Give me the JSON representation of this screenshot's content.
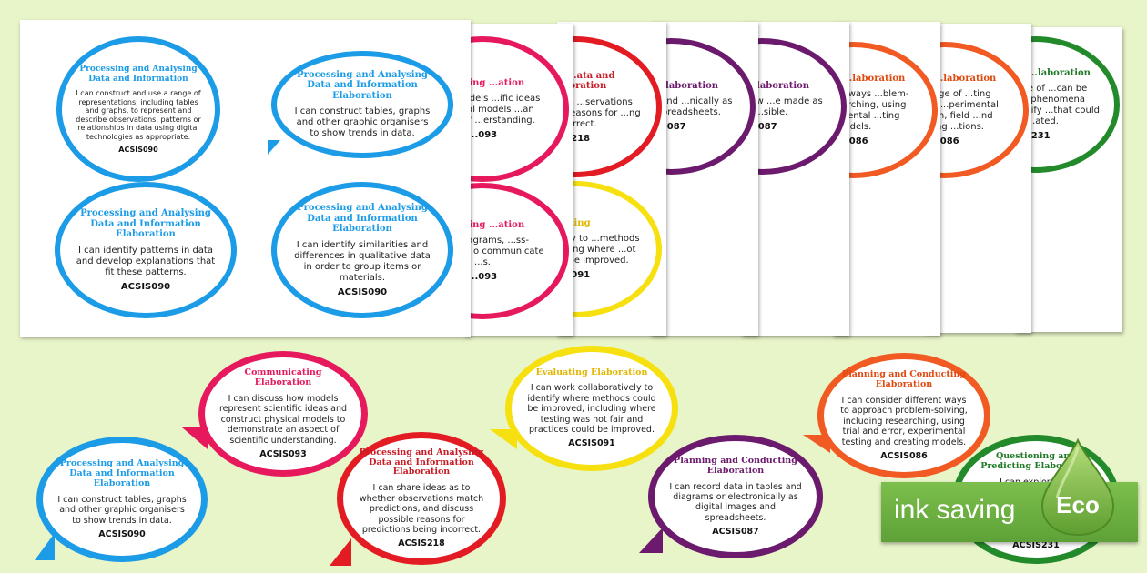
{
  "sheets": [
    {
      "color": "blue",
      "title": "Processing and Analysing Data and Information",
      "body": "I can construct and use a range of representations, including tables and graphs, to represent and describe observations, patterns or relationships in data using digital technologies as appropriate.",
      "code": "ACSIS090"
    },
    {
      "color": "blue",
      "title": "Processing and Analysing Data and Information Elaboration",
      "body": "I can construct tables, graphs and other graphic organisers to show trends in data.",
      "code": ""
    },
    {
      "color": "blue",
      "title": "Processing and Analysing Data and Information Elaboration",
      "body": "I can identify patterns in data and develop explanations that fit these patterns.",
      "code": "ACSIS090"
    },
    {
      "color": "blue",
      "title": "Processing and Analysing Data and Information Elaboration",
      "body": "I can identify similarities and differences in qualitative data in order to group items or materials.",
      "code": "ACSIS090"
    }
  ],
  "stack": [
    {
      "color": "pink",
      "title": "...icating ...ation",
      "body": "...how models ...ific ideas and ...ical models ...an aspect of ...erstanding.",
      "code": "...093"
    },
    {
      "color": "red",
      "title": "...and ...ata and ...laboration",
      "body": "...deas as to ...servations ...s, and ...e reasons for ...ng incorrect.",
      "code": "...218"
    },
    {
      "color": "purple",
      "title": "...and ...laboration",
      "body": "...in tables and ...nically as digital ...preadsheets.",
      "code": "...087"
    },
    {
      "color": "purple",
      "title": "...and ...laboration",
      "body": "...groups how ...e made as fair ...sible.",
      "code": "...087"
    },
    {
      "color": "orange",
      "title": "...g and ...laboration",
      "body": "...different ways ...blem-solving, ...rching, using ...xperimental ...ting models.",
      "code": "...086"
    },
    {
      "color": "orange",
      "title": "...g and ...laboration",
      "body": "...e a range of ...ting questions, ...perimental ...research, field ...nd exploring ...tions.",
      "code": "...086"
    },
    {
      "color": "green",
      "title": "...ng and ...laboration",
      "body": "...he range of ...can be asked ...r phenomena ...ence, identify ...that could be ...ated.",
      "code": "...231"
    },
    {
      "color": "pink",
      "title": "...icating ...ation",
      "body": "...ed diagrams, ...ss-sectional ...o communicate ...s.",
      "code": "...093"
    },
    {
      "color": "yellow",
      "title": "...ting",
      "body": "...llaboratively to ...methods could ...cluding where ...ot fair and ...be improved.",
      "code": "...091"
    }
  ],
  "loose": [
    {
      "color": "pink",
      "title": "Communicating Elaboration",
      "body": "I can discuss how models represent scientific ideas and construct physical models to demonstrate an aspect of scientific understanding.",
      "code": "ACSIS093"
    },
    {
      "color": "blue",
      "title": "Processing and Analysing Data and Information Elaboration",
      "body": "I can construct tables, graphs and other graphic organisers to show trends in data.",
      "code": "ACSIS090"
    },
    {
      "color": "red",
      "title": "Processing and Analysing Data and Information Elaboration",
      "body": "I can share ideas as to whether observations match predictions, and discuss possible reasons for predictions being incorrect.",
      "code": "ACSIS218"
    },
    {
      "color": "yellow",
      "title": "Evaluating Elaboration",
      "body": "I can work collaboratively to identify where methods could be improved, including where testing was not fair and practices could be improved.",
      "code": "ACSIS091"
    },
    {
      "color": "purple",
      "title": "Planning and Conducting Elaboration",
      "body": "I can record data in tables and diagrams or electronically as digital images and spreadsheets.",
      "code": "ACSIS087"
    },
    {
      "color": "orange",
      "title": "Planning and Conducting Elaboration",
      "body": "I can consider different ways to approach problem-solving, including researching, using trial and error, experimental testing and creating models.",
      "code": "ACSIS086"
    },
    {
      "color": "green",
      "title": "Questioning and Predicting Elaboration",
      "body": "I can explore the",
      "code": "ACSIS231"
    }
  ],
  "badge": {
    "text": "ink saving",
    "eco": "Eco"
  },
  "colors": {
    "background": "#e8f5c9",
    "badge": "#6aae40"
  }
}
